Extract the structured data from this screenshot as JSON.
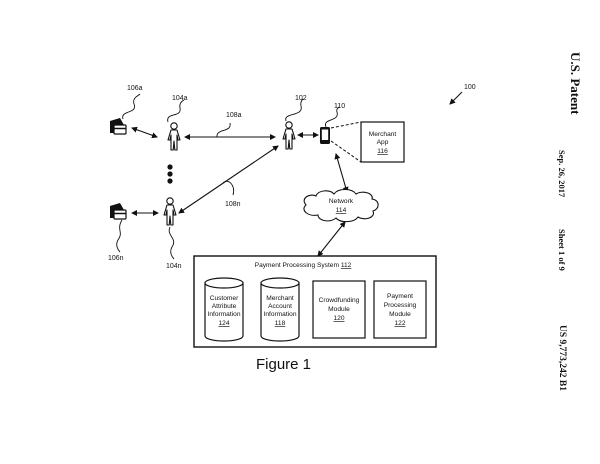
{
  "header": {
    "title": "U.S. Patent",
    "date": "Sep. 26, 2017",
    "sheet": "Sheet 1 of 9",
    "patent_number": "US 9,773,242 B1"
  },
  "figure": {
    "caption": "Figure 1",
    "system_ref": "100",
    "labels": {
      "card_a": "106a",
      "card_n": "106n",
      "customer_a": "104a",
      "customer_n": "104n",
      "link_a": "108a",
      "link_n": "108n",
      "merchant": "102",
      "device": "110"
    },
    "merchant_app": {
      "line1": "Merchant",
      "line2": "App",
      "ref": "116"
    },
    "network": {
      "name": "Network",
      "ref": "114"
    },
    "payment_system": {
      "title": "Payment Processing System",
      "ref": "112",
      "components": [
        {
          "type": "database",
          "lines": [
            "Customer",
            "Attribute",
            "Information"
          ],
          "ref": "124"
        },
        {
          "type": "database",
          "lines": [
            "Merchant",
            "Account",
            "Information"
          ],
          "ref": "118"
        },
        {
          "type": "module",
          "lines": [
            "Crowdfunding",
            "Module"
          ],
          "ref": "120"
        },
        {
          "type": "module",
          "lines": [
            "Payment",
            "Processing",
            "Module"
          ],
          "ref": "122"
        }
      ]
    }
  }
}
